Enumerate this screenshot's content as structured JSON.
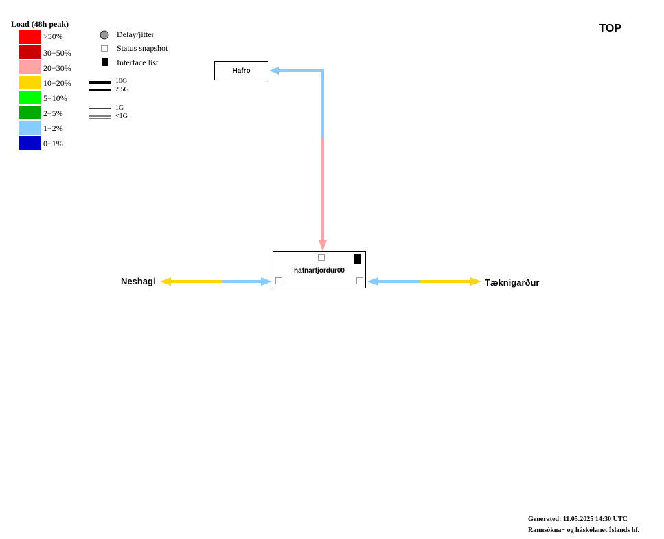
{
  "legend": {
    "title": "Load (48h peak)",
    "levels": [
      {
        "label": ">50%",
        "color": "#ff0000"
      },
      {
        "label": "30−50%",
        "color": "#cc0000"
      },
      {
        "label": "20−30%",
        "color": "#ffa4a4"
      },
      {
        "label": "10−20%",
        "color": "#ffd700"
      },
      {
        "label": "5−10%",
        "color": "#00ff00"
      },
      {
        "label": "2−5%",
        "color": "#00aa00"
      },
      {
        "label": "1−2%",
        "color": "#88ccff"
      },
      {
        "label": "0−1%",
        "color": "#0000cc"
      }
    ],
    "symbols": {
      "delay": "Delay/jitter",
      "status": "Status snapshot",
      "interfaces": "Interface list"
    },
    "bandwidth": {
      "b10g": "10G",
      "b25g": "2.5G",
      "b1g": "1G",
      "blt1g": "<1G"
    }
  },
  "view_label": "TOP",
  "nodes": {
    "hafro": "Hafro",
    "main": "hafnarfjordur00"
  },
  "external": {
    "neshagi": "Neshagi",
    "taeknigardur": "Tæknigarður"
  },
  "colors": {
    "load_1_2": "#88ccff",
    "load_10_20": "#ffd700",
    "load_20_30": "#ffa4a4"
  },
  "footer": {
    "generated": "Generated:  11.05.2025 14:30 UTC",
    "org": "Rannsókna− og háskólanet Íslands hf."
  }
}
